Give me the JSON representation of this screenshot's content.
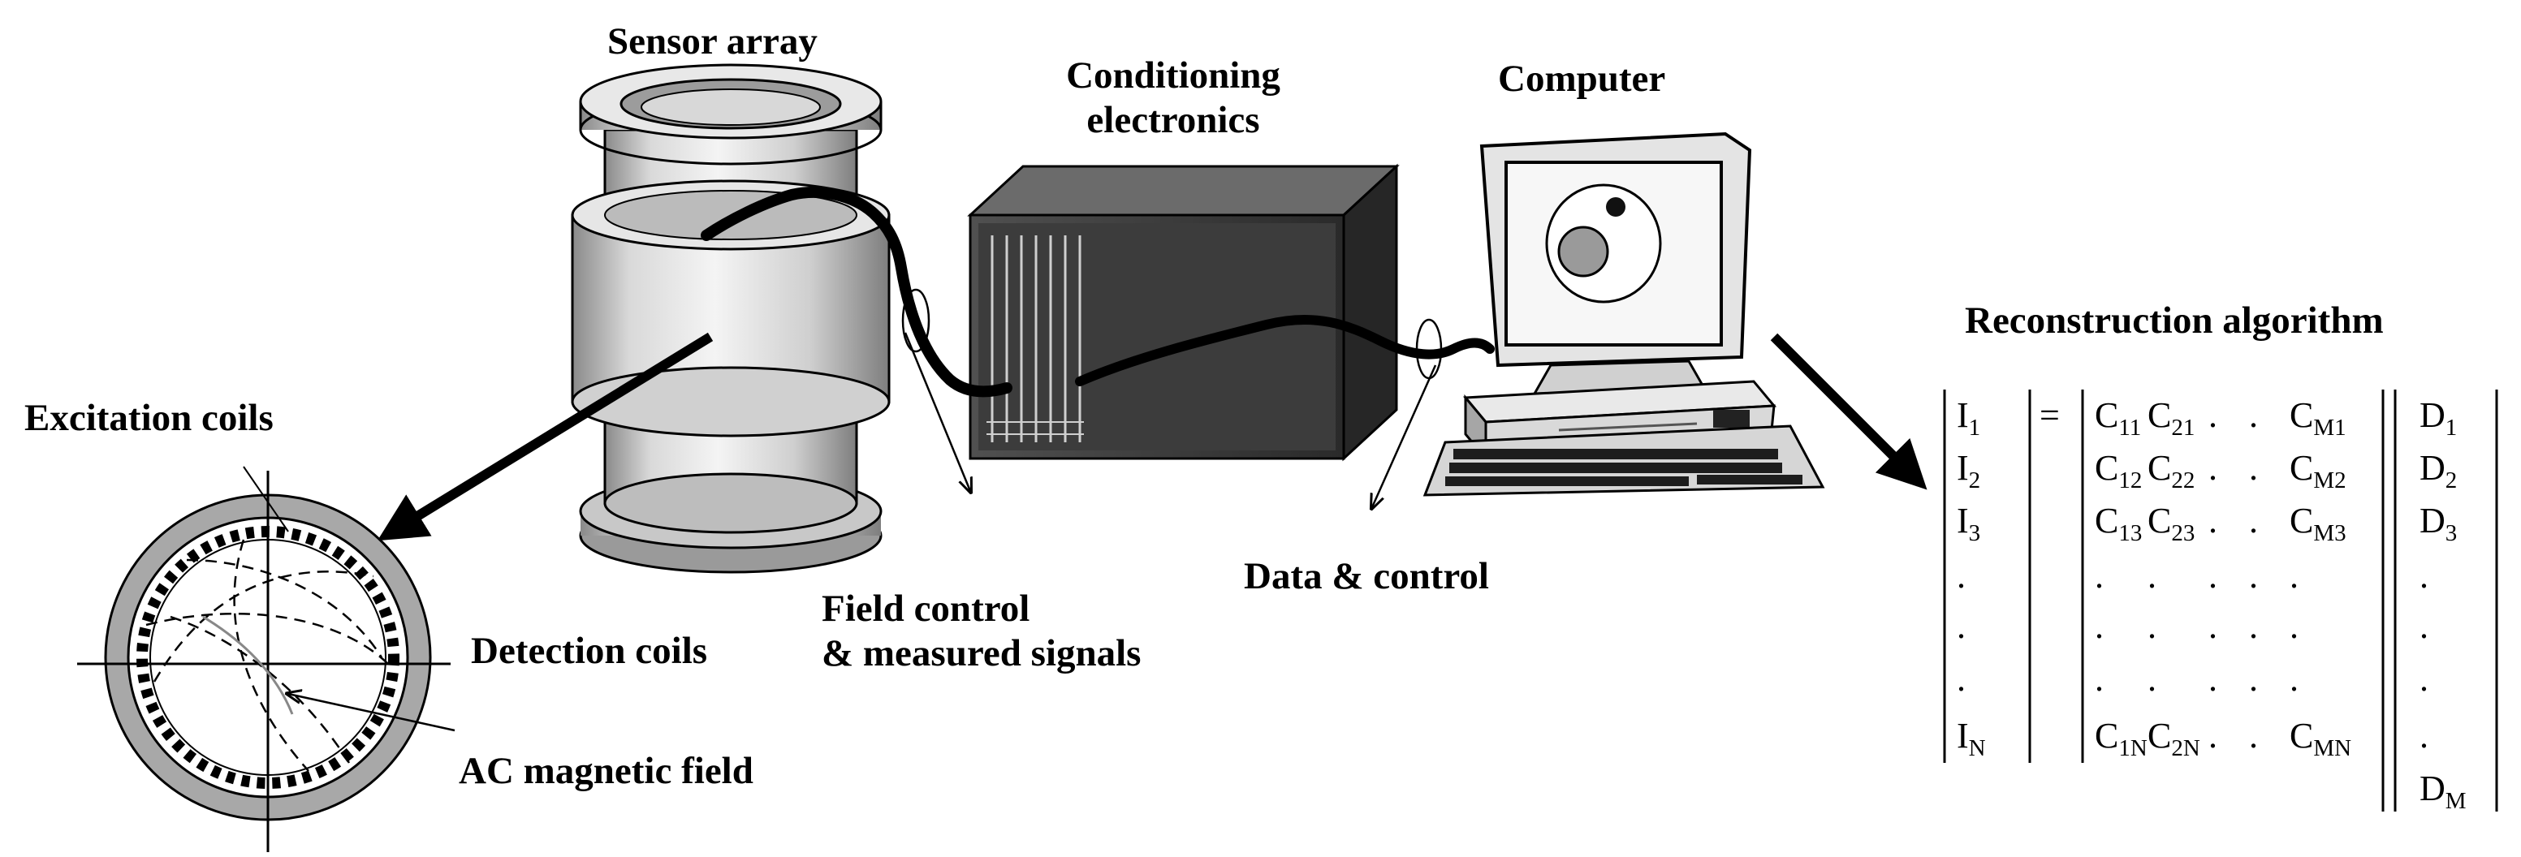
{
  "labels": {
    "sensor_array": "Sensor array",
    "conditioning": "Conditioning electronics",
    "conditioning_line1": "Conditioning",
    "conditioning_line2": "electronics",
    "computer": "Computer",
    "reconstruction": "Reconstruction algorithm",
    "excitation_coils": "Excitation coils",
    "detection_coils": "Detection coils",
    "ac_field": "AC magnetic field",
    "field_control_line1": "Field control",
    "field_control_line2": "& measured signals",
    "data_control": "Data & control"
  },
  "matrix": {
    "lhs": [
      {
        "base": "I",
        "sub": "1"
      },
      {
        "base": "I",
        "sub": "2"
      },
      {
        "base": "I",
        "sub": "3"
      },
      {
        "base": ".",
        "sub": ""
      },
      {
        "base": ".",
        "sub": ""
      },
      {
        "base": ".",
        "sub": ""
      },
      {
        "base": "I",
        "sub": "N"
      }
    ],
    "equals": "=",
    "rows": [
      [
        {
          "base": "C",
          "sub": "11"
        },
        {
          "base": "C",
          "sub": "21"
        },
        {
          "base": ".",
          "sub": ""
        },
        {
          "base": ".",
          "sub": ""
        },
        {
          "base": "C",
          "sub": "M1"
        }
      ],
      [
        {
          "base": "C",
          "sub": "12"
        },
        {
          "base": "C",
          "sub": "22"
        },
        {
          "base": ".",
          "sub": ""
        },
        {
          "base": ".",
          "sub": ""
        },
        {
          "base": "C",
          "sub": "M2"
        }
      ],
      [
        {
          "base": "C",
          "sub": "13"
        },
        {
          "base": "C",
          "sub": "23"
        },
        {
          "base": ".",
          "sub": ""
        },
        {
          "base": ".",
          "sub": ""
        },
        {
          "base": "C",
          "sub": "M3"
        }
      ],
      [
        {
          "base": ".",
          "sub": ""
        },
        {
          "base": ".",
          "sub": ""
        },
        {
          "base": ".",
          "sub": ""
        },
        {
          "base": ".",
          "sub": ""
        },
        {
          "base": ".",
          "sub": ""
        }
      ],
      [
        {
          "base": ".",
          "sub": ""
        },
        {
          "base": ".",
          "sub": ""
        },
        {
          "base": ".",
          "sub": ""
        },
        {
          "base": ".",
          "sub": ""
        },
        {
          "base": ".",
          "sub": ""
        }
      ],
      [
        {
          "base": ".",
          "sub": ""
        },
        {
          "base": ".",
          "sub": ""
        },
        {
          "base": ".",
          "sub": ""
        },
        {
          "base": ".",
          "sub": ""
        },
        {
          "base": ".",
          "sub": ""
        }
      ],
      [
        {
          "base": "C",
          "sub": "1N"
        },
        {
          "base": "C",
          "sub": "2N"
        },
        {
          "base": ".",
          "sub": ""
        },
        {
          "base": ".",
          "sub": ""
        },
        {
          "base": "C",
          "sub": "MN"
        }
      ]
    ],
    "rhs": [
      {
        "base": "D",
        "sub": "1"
      },
      {
        "base": "D",
        "sub": "2"
      },
      {
        "base": "D",
        "sub": "3"
      },
      {
        "base": ".",
        "sub": ""
      },
      {
        "base": ".",
        "sub": ""
      },
      {
        "base": ".",
        "sub": ""
      },
      {
        "base": ".",
        "sub": ""
      },
      {
        "base": "D",
        "sub": "M"
      }
    ]
  },
  "icons": [
    "sensor-array-pipe-icon",
    "conditioning-electronics-box-icon",
    "computer-icon",
    "sensor-cross-section-icon"
  ]
}
